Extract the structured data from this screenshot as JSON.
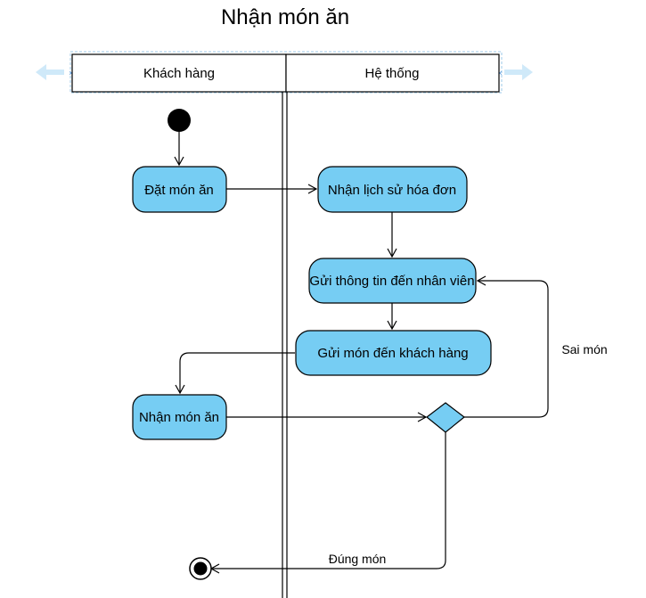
{
  "diagram": {
    "title": "Nhận món ăn",
    "lanes": {
      "left": "Khách hàng",
      "right": "Hệ thống"
    },
    "nodes": {
      "order": "Đặt món ăn",
      "history": "Nhận lịch sử hóa đơn",
      "notify_staff": "Gửi thông tin đến nhân viên",
      "send_food": "Gửi món đến khách hàng",
      "receive_food": "Nhận món ăn"
    },
    "edges": {
      "wrong": "Sai món",
      "correct": "Đúng món"
    }
  },
  "colors": {
    "node_fill": "#76cdf3",
    "selection_handle": "#cfe9f9"
  }
}
